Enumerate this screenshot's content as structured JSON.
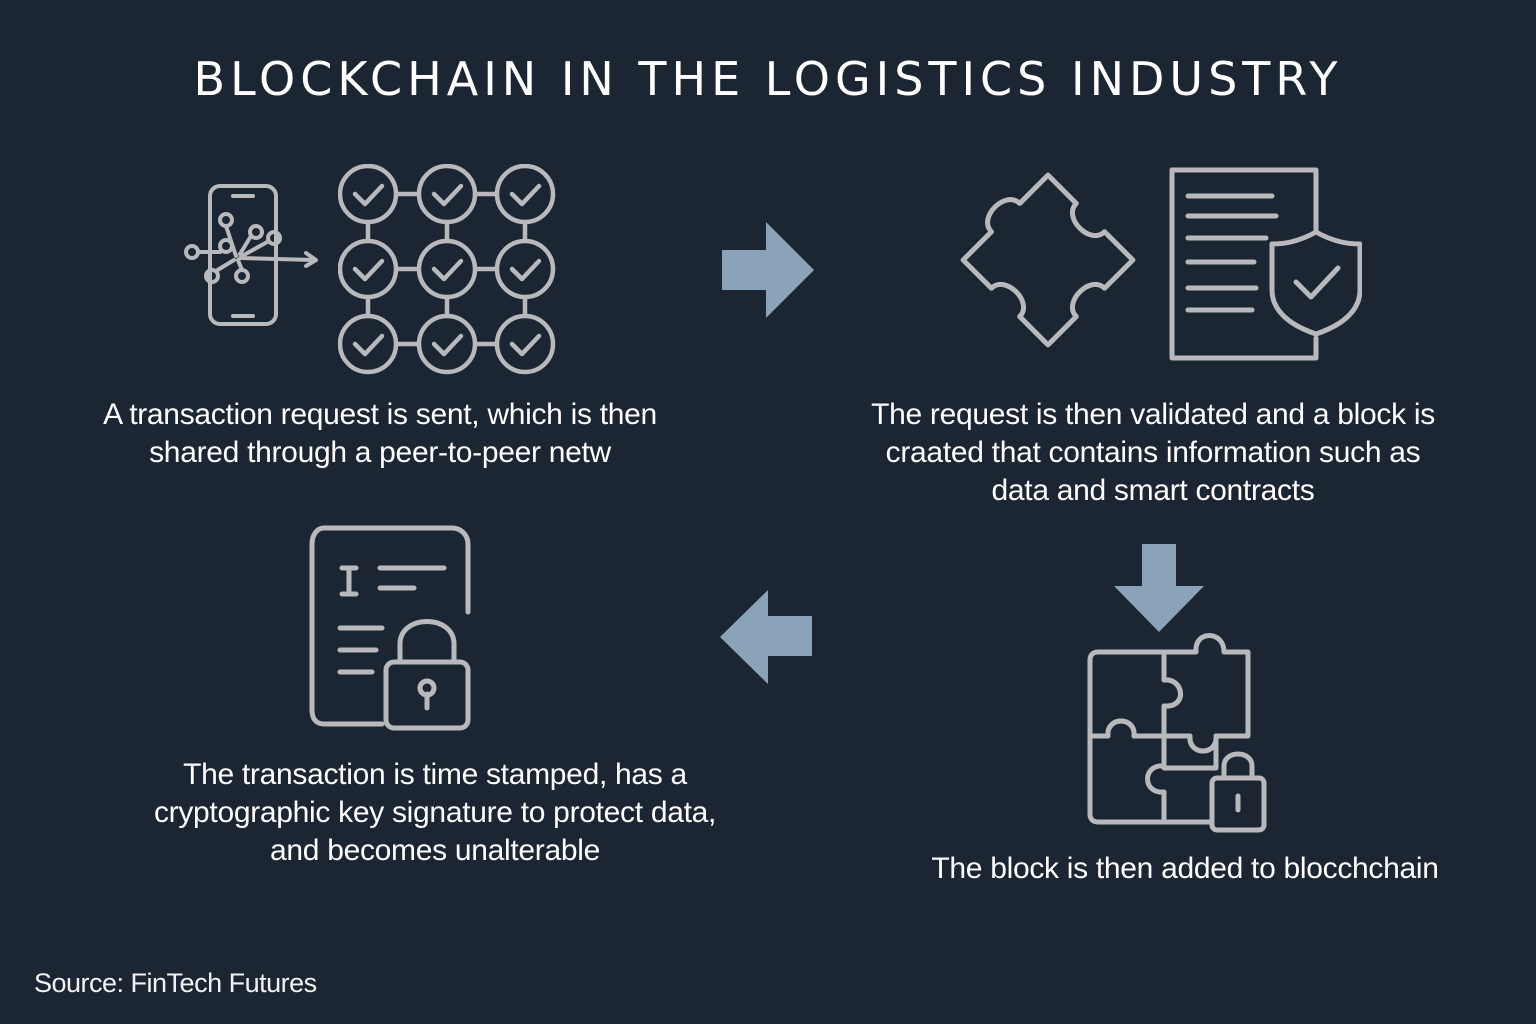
{
  "title": "BLOCKCHAIN IN THE LOGISTICS INDUSTRY",
  "colors": {
    "background": "#1c2633",
    "icon": "#b7b9bc",
    "arrow": "#8aa3b8",
    "text": "#ffffff"
  },
  "steps": [
    {
      "icons": [
        "smartphone-network-icon",
        "peer-network-grid-icon"
      ],
      "lines": [
        "A transaction request is sent, which is then",
        "shared through a peer-to-peer netw"
      ]
    },
    {
      "icons": [
        "puzzle-piece-icon",
        "shielded-document-icon"
      ],
      "lines": [
        "The request is then validated and a block is",
        "craated that contains information such as",
        "data and smart contracts"
      ]
    },
    {
      "icons": [
        "puzzle-lock-icon"
      ],
      "lines": [
        "The block is then added to blocchchain"
      ]
    },
    {
      "icons": [
        "locked-document-icon"
      ],
      "lines": [
        "The transaction is time stamped, has a",
        "cryptographic key signature to protect data,",
        "and becomes unalterable"
      ]
    }
  ],
  "arrows": [
    "arrow-right-icon",
    "arrow-down-icon",
    "arrow-left-icon"
  ],
  "source": "Source: FinTech Futures"
}
